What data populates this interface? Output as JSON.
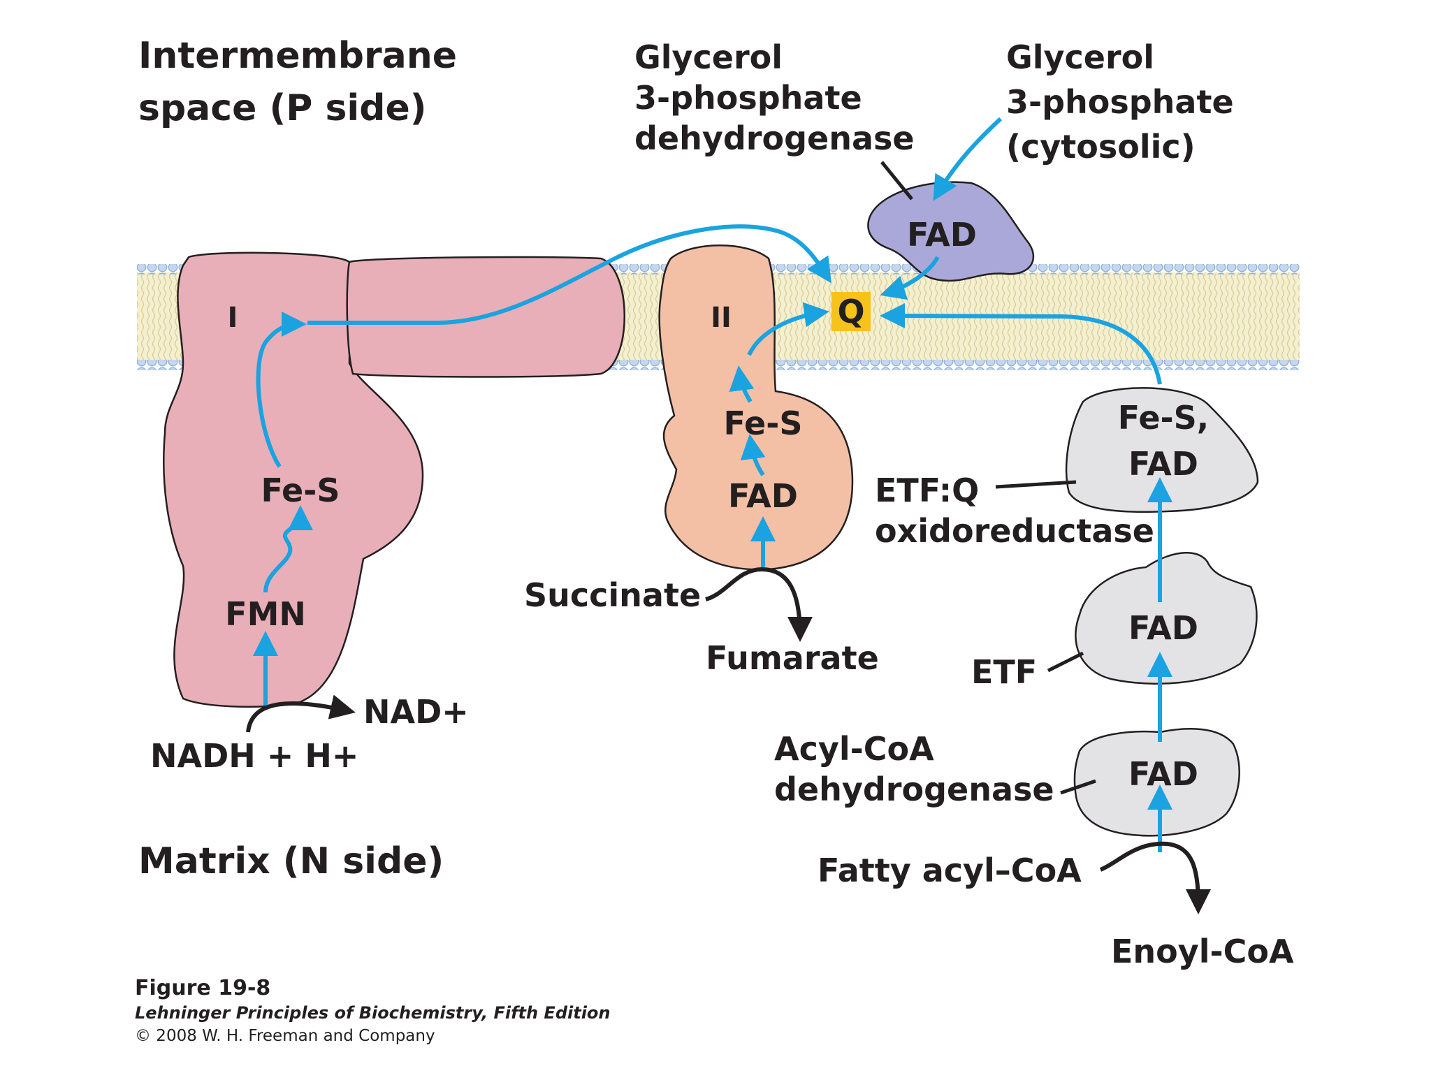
{
  "regions": {
    "intermembrane_line1": "Intermembrane",
    "intermembrane_line2": "space (P side)",
    "matrix": "Matrix (N side)"
  },
  "complex_I": {
    "numeral": "I",
    "fes": "Fe-S",
    "fmn": "FMN",
    "substrate": "NADH + H+",
    "product": "NAD+"
  },
  "complex_II": {
    "numeral": "II",
    "fes": "Fe-S",
    "fad": "FAD",
    "substrate": "Succinate",
    "product": "Fumarate"
  },
  "quinone": "Q",
  "g3p_dehydrogenase": {
    "name_line1": "Glycerol",
    "name_line2": "3-phosphate",
    "name_line3": "dehydrogenase",
    "fad": "FAD",
    "substrate_line1": "Glycerol",
    "substrate_line2": "3-phosphate",
    "substrate_line3": "(cytosolic)"
  },
  "etfq": {
    "cofactor_line1": "Fe-S,",
    "cofactor_line2": "FAD",
    "name_line1": "ETF:Q",
    "name_line2": "oxidoreductase"
  },
  "etf": {
    "fad": "FAD",
    "name": "ETF"
  },
  "acyl_coa_dh": {
    "fad": "FAD",
    "name_line1": "Acyl-CoA",
    "name_line2": "dehydrogenase",
    "substrate": "Fatty acyl–CoA",
    "product": "Enoyl-CoA"
  },
  "caption": {
    "title": "Figure 19-8",
    "source": "Lehninger Principles of Biochemistry, Fifth Edition",
    "copyright": "© 2008 W. H. Freeman and Company"
  },
  "colors": {
    "complex_I": "#e8afb8",
    "complex_II": "#f3bfa5",
    "g3p_dh": "#aaa8d8",
    "grey_protein": "#e3e3e6",
    "quinone": "#f7c31b",
    "electron_arrow": "#1aa3e0",
    "membrane_head": "#b9cde8",
    "membrane_core": "#f4efcf"
  }
}
